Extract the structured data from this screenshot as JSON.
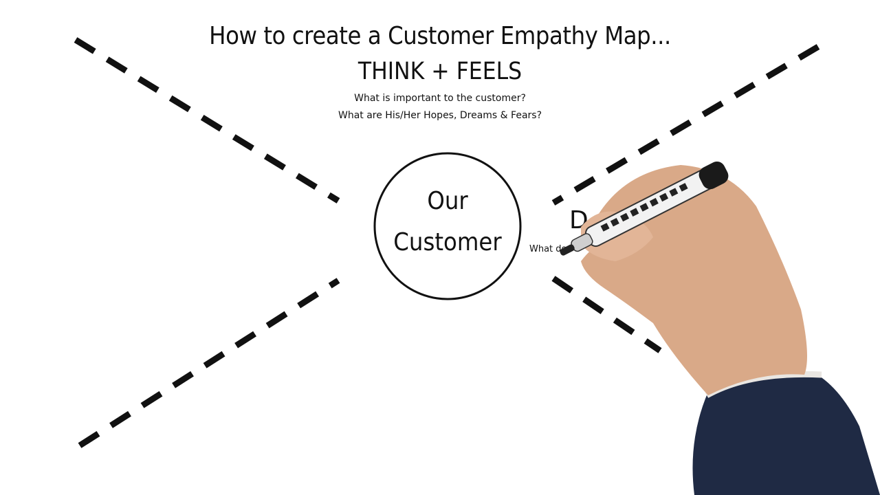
{
  "title": "How to create a Customer Empathy Map...",
  "section": {
    "heading": "THINK + FEELS",
    "question_1": "What is important to the customer?",
    "question_2": "What are His/Her Hopes, Dreams & Fears?"
  },
  "center": {
    "line_1": "Our",
    "line_2": "Customer"
  },
  "partial_section": {
    "heading": "D",
    "question": "What do"
  },
  "colors": {
    "ink": "#111111",
    "background": "#ffffff",
    "sleeve": "#1f2a44",
    "skin": "#d9a988"
  },
  "icons": [
    "hand-holding-marker-icon"
  ]
}
